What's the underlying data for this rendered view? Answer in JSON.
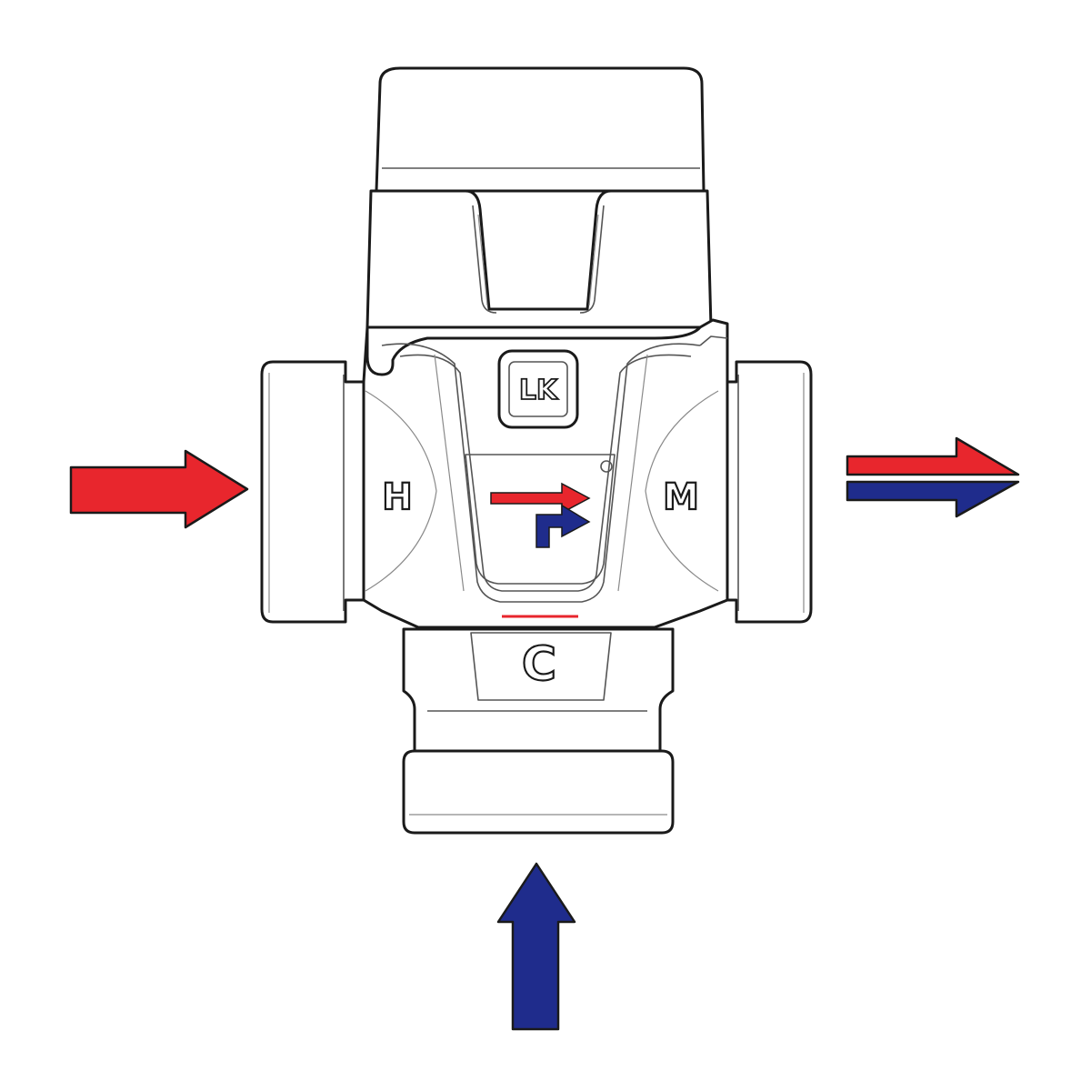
{
  "labels": {
    "hot_inlet": "H",
    "mixed_outlet": "M",
    "cold_inlet": "C",
    "logo": "LK"
  },
  "colors": {
    "hot": "#e8262d",
    "cold": "#1f2c8c",
    "outline": "#1a1a1a",
    "body": "#ffffff"
  },
  "icons": {
    "hot_inlet_arrow": "arrow-right-red",
    "cold_inlet_arrow": "arrow-up-blue",
    "mixed_outlet_arrow": "double-arrow-right-red-blue",
    "flow_symbol": "mixing-flow-icon"
  }
}
